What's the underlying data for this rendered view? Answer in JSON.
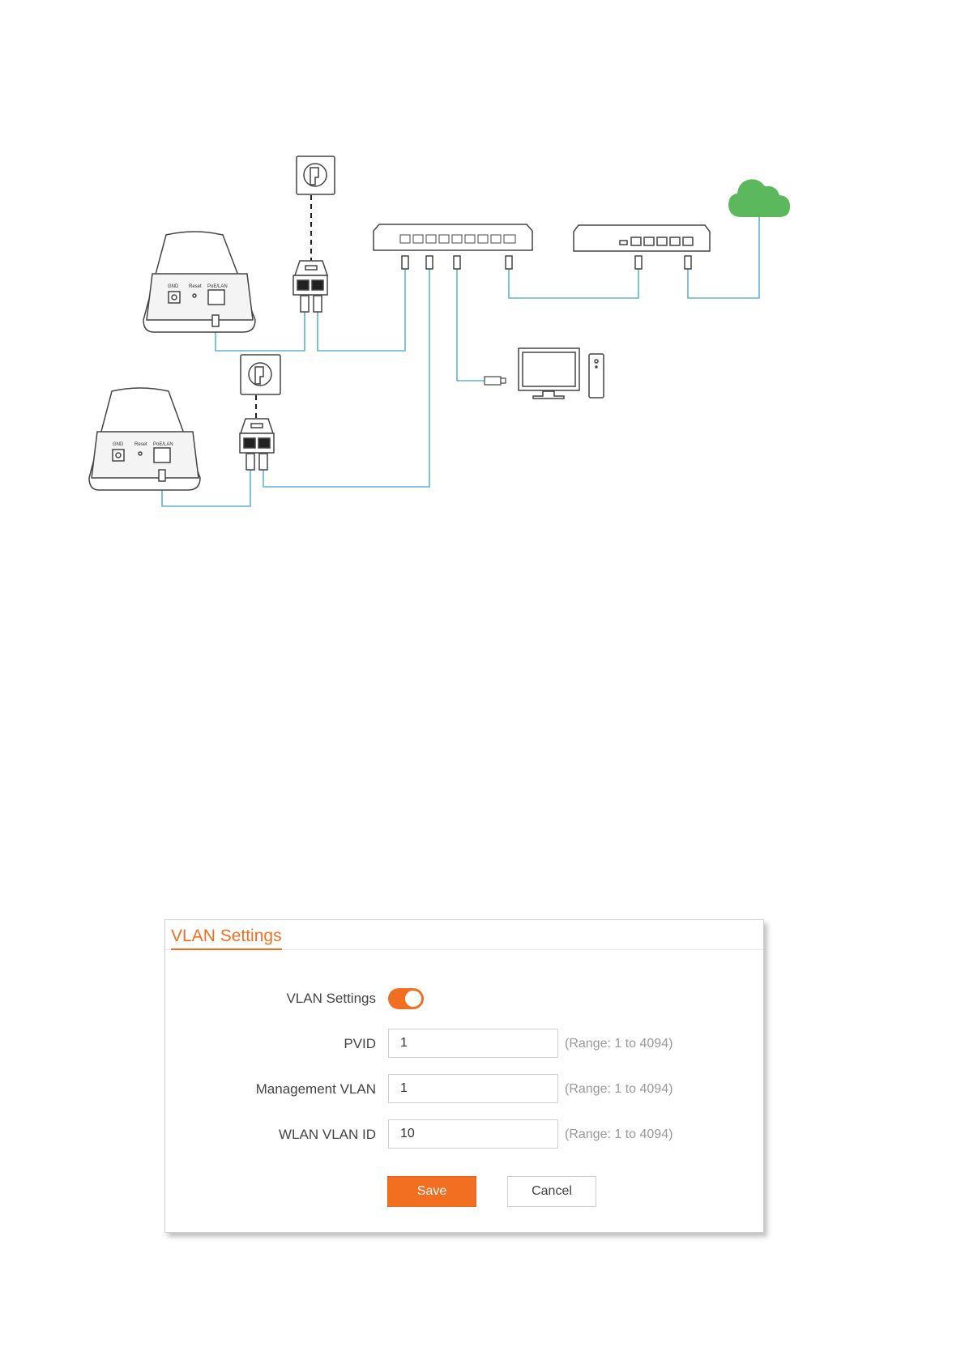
{
  "diagram": {
    "device_port_labels": [
      "GND",
      "Reset",
      "PoE/LAN"
    ],
    "colors": {
      "cable": "#5fb3d6",
      "cloud": "#5cb85c",
      "outline": "#444444"
    },
    "icons": [
      "power-socket-icon",
      "poe-injector-icon",
      "cpe-device-icon",
      "switch-icon",
      "router-icon",
      "cloud-icon",
      "monitor-icon",
      "pc-tower-icon"
    ]
  },
  "vlan_panel": {
    "title": "VLAN Settings",
    "toggle_label": "VLAN Settings",
    "toggle_on": true,
    "fields": [
      {
        "label": "PVID",
        "value": "1",
        "hint": "(Range: 1 to 4094)"
      },
      {
        "label": "Management VLAN",
        "value": "1",
        "hint": "(Range: 1 to 4094)"
      },
      {
        "label": "WLAN VLAN ID",
        "value": "10",
        "hint": "(Range: 1 to 4094)"
      }
    ],
    "save_label": "Save",
    "cancel_label": "Cancel",
    "colors": {
      "accent": "#f26f21",
      "hint": "#999999"
    }
  }
}
